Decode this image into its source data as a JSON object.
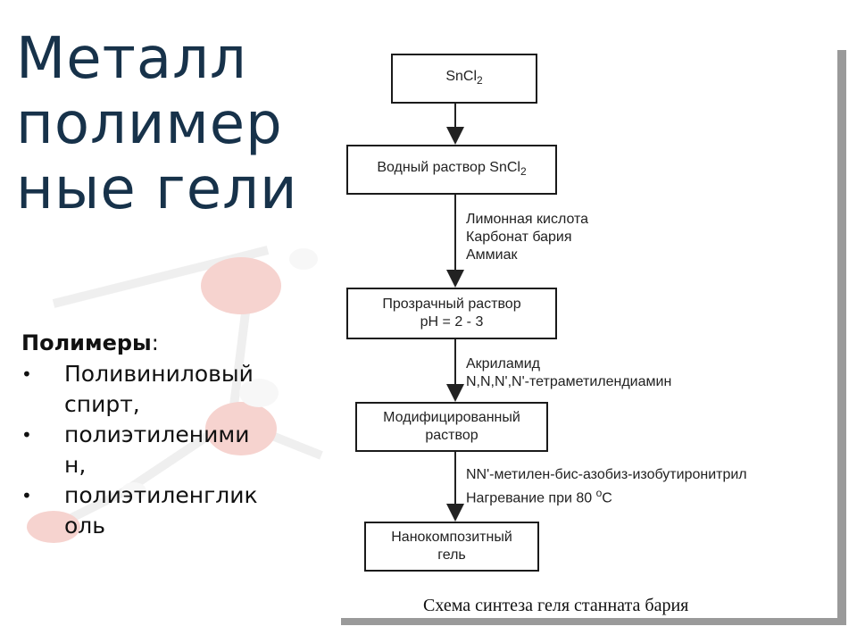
{
  "slide": {
    "title_lines": [
      "Металл",
      "полимер",
      "ные гели"
    ]
  },
  "polymers": {
    "heading": "Полимеры",
    "colon": ":",
    "bullet": "•",
    "items": [
      [
        "Поливиниловый",
        "спирт,"
      ],
      [
        "полиэтиленими",
        "н,"
      ],
      [
        "полиэтиленглик",
        "оль"
      ]
    ]
  },
  "scheme": {
    "caption": "Схема синтеза геля станната бария",
    "steps": [
      {
        "text": "SnCl",
        "sub": "2"
      },
      {
        "text": "Водный раствор SnCl",
        "sub": "2"
      },
      {
        "line1": "Прозрачный раствор",
        "line2": "pH = 2 - 3"
      },
      {
        "line1": "Модифицированный",
        "line2": "раствор"
      },
      {
        "line1": "Нанокомпозитный",
        "line2": "гель"
      }
    ],
    "reagents": [
      [
        "Лимонная кислота",
        "Карбонат бария",
        "Аммиак"
      ],
      [
        "Акриламид",
        "N,N,N',N'-тетраметилендиамин"
      ],
      [
        "NN'-метилен-бис-азобиз-изобутиронитрил"
      ]
    ],
    "heating": {
      "text": "Нагревание при 80 ",
      "sup": "o",
      "unit": "C"
    }
  }
}
